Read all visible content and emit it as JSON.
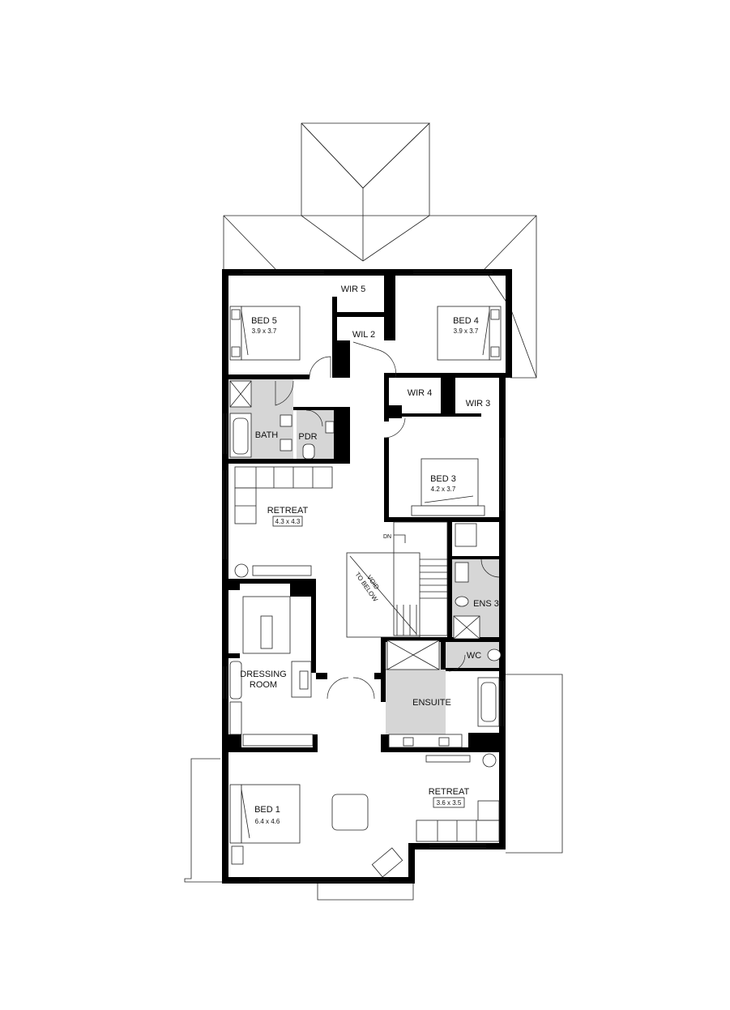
{
  "rooms": {
    "bed5": {
      "name": "BED 5",
      "dim": "3.9 x 3.7"
    },
    "bed4": {
      "name": "BED 4",
      "dim": "3.9 x 3.7"
    },
    "bed3": {
      "name": "BED 3",
      "dim": "4.2 x 3.7"
    },
    "bed1": {
      "name": "BED 1",
      "dim": "6.4 x 4.6"
    },
    "wir5": {
      "name": "WIR 5"
    },
    "wil2": {
      "name": "WIL 2"
    },
    "wir4": {
      "name": "WIR 4"
    },
    "wir3": {
      "name": "WIR 3"
    },
    "bath": {
      "name": "BATH"
    },
    "pdr": {
      "name": "PDR"
    },
    "retreat_upper": {
      "name": "RETREAT",
      "dim": "4.3 x 4.3"
    },
    "ens3": {
      "name": "ENS 3"
    },
    "wc": {
      "name": "WC"
    },
    "dressing": {
      "line1": "DRESSING",
      "line2": "ROOM"
    },
    "ensuite": {
      "name": "ENSUITE"
    },
    "retreat_lower": {
      "name": "RETREAT",
      "dim": "3.6 x 3.5"
    }
  },
  "void": {
    "line1": "VOID",
    "line2": "TO BELOW"
  },
  "stair": {
    "dn": "DN"
  }
}
